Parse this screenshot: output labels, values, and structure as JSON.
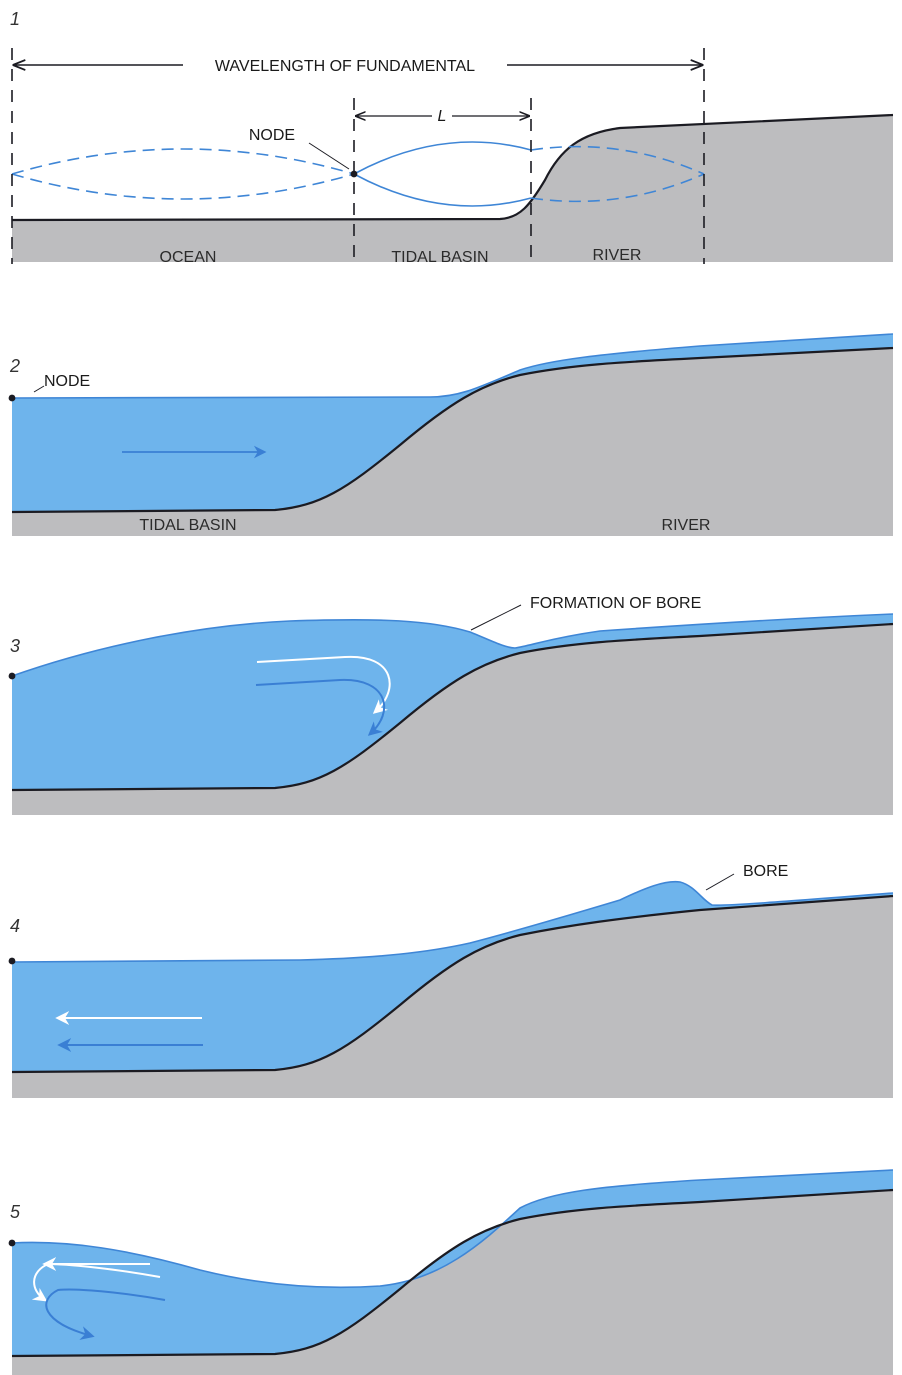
{
  "colors": {
    "water": "#6eb4ec",
    "water_line": "#3f86d6",
    "ground": "#bdbdbf",
    "bed_line": "#1b1b22",
    "arrow_blue": "#3a7fd4",
    "arrow_white": "#ffffff"
  },
  "panel1": {
    "number": "1",
    "wavelength_label": "WAVELENGTH OF FUNDAMENTAL",
    "length_label": "L",
    "node_label": "NODE",
    "regions": [
      "OCEAN",
      "TIDAL BASIN",
      "RIVER"
    ]
  },
  "panel2": {
    "number": "2",
    "node_label": "NODE",
    "region_left": "TIDAL BASIN",
    "region_right": "RIVER"
  },
  "panel3": {
    "number": "3",
    "callout": "FORMATION OF BORE"
  },
  "panel4": {
    "number": "4",
    "callout": "BORE"
  },
  "panel5": {
    "number": "5"
  }
}
